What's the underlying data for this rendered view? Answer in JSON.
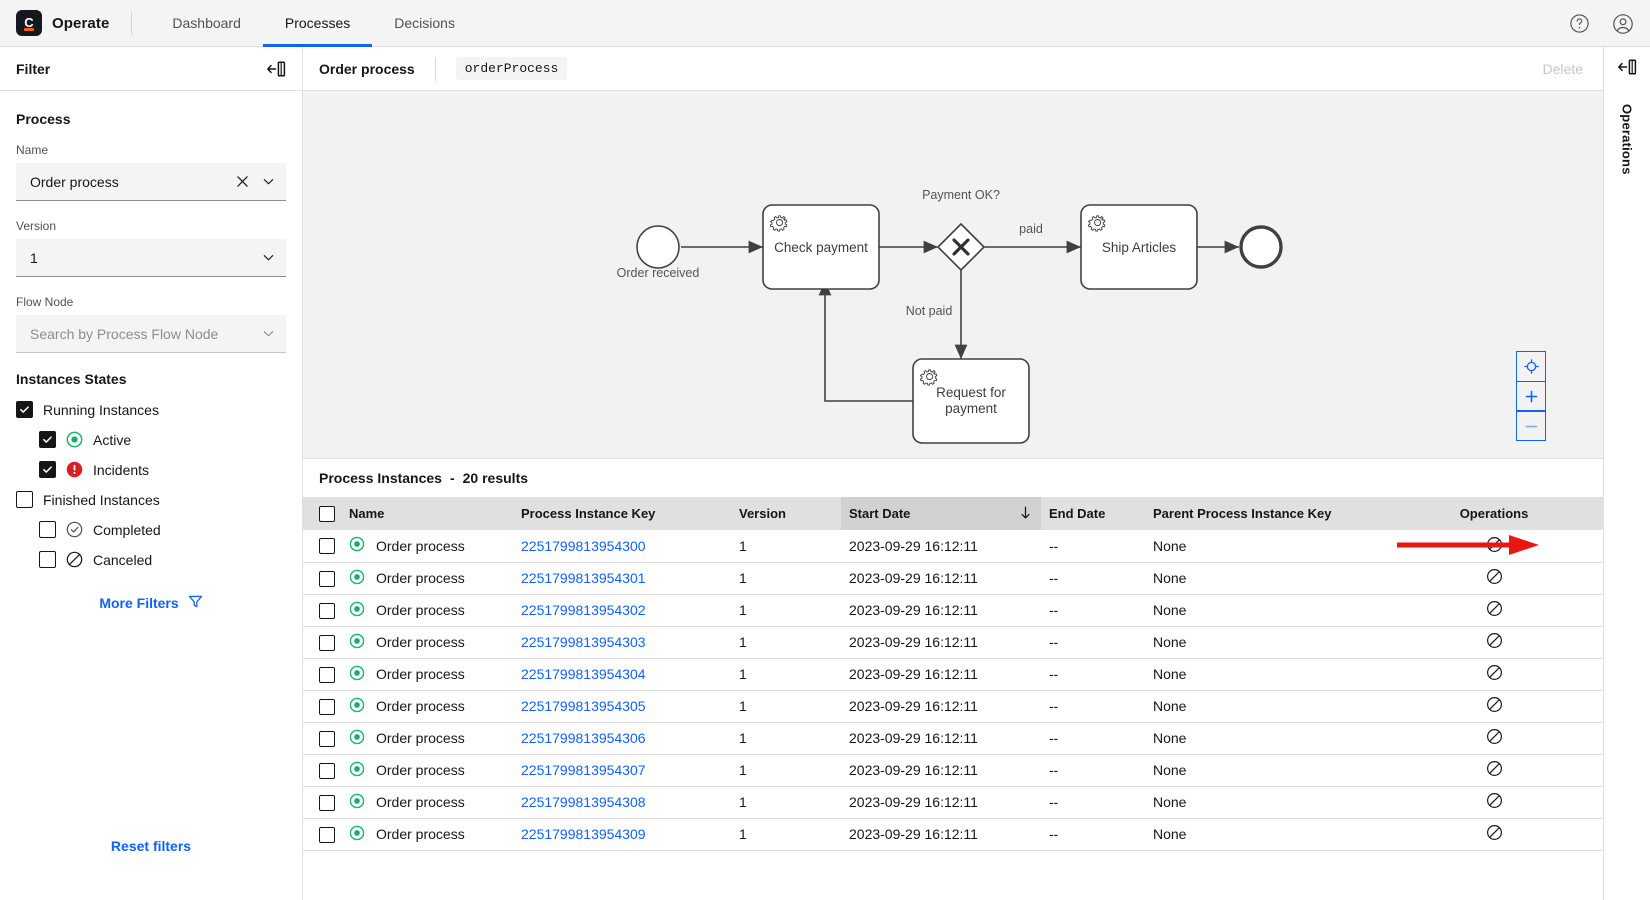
{
  "app": {
    "brand_name": "Operate",
    "logo_letter": "C",
    "accent_blue": "#0f62fe",
    "accent_orange": "#fc5d0d",
    "status_green": "#10b26a",
    "status_red": "#da1e28"
  },
  "topnav": {
    "tabs": [
      {
        "label": "Dashboard",
        "active": false
      },
      {
        "label": "Processes",
        "active": true
      },
      {
        "label": "Decisions",
        "active": false
      }
    ],
    "help_icon": "help-icon",
    "user_icon": "user-avatar-icon"
  },
  "sidebar": {
    "title": "Filter",
    "collapse_icon": "collapse-panel-icon",
    "process_section": "Process",
    "fields": [
      {
        "label": "Name",
        "value": "Order process",
        "placeholder": "",
        "has_clear": true,
        "disabled": false
      },
      {
        "label": "Version",
        "value": "1",
        "placeholder": "",
        "has_clear": false,
        "disabled": false
      },
      {
        "label": "Flow Node",
        "value": "",
        "placeholder": "Search by Process Flow Node",
        "has_clear": false,
        "disabled": true
      }
    ],
    "states_title": "Instances States",
    "states": [
      {
        "label": "Running Instances",
        "checked": true,
        "indent": false,
        "icon": "none"
      },
      {
        "label": "Active",
        "checked": true,
        "indent": true,
        "icon": "active-icon"
      },
      {
        "label": "Incidents",
        "checked": true,
        "indent": true,
        "icon": "incident-icon"
      },
      {
        "label": "Finished Instances",
        "checked": false,
        "indent": false,
        "icon": "none"
      },
      {
        "label": "Completed",
        "checked": false,
        "indent": true,
        "icon": "completed-icon"
      },
      {
        "label": "Canceled",
        "checked": false,
        "indent": true,
        "icon": "canceled-icon"
      }
    ],
    "more_filters": "More Filters",
    "more_filters_icon": "filter-funnel-icon",
    "reset_filters": "Reset filters"
  },
  "center_header": {
    "process_name": "Order process",
    "process_id": "orderProcess",
    "delete_label": "Delete"
  },
  "diagram": {
    "nodes": [
      {
        "id": "start",
        "type": "start-event",
        "label": "Order received"
      },
      {
        "id": "check_payment",
        "type": "service-task",
        "label": "Check payment"
      },
      {
        "id": "gateway",
        "type": "exclusive-gateway",
        "label": "Payment OK?"
      },
      {
        "id": "ship_articles",
        "type": "service-task",
        "label": "Ship Articles"
      },
      {
        "id": "end",
        "type": "end-event",
        "label": ""
      },
      {
        "id": "request_payment",
        "type": "service-task",
        "label": "Request for payment"
      }
    ],
    "flow_labels": [
      "paid",
      "Not paid"
    ],
    "zoom_controls": [
      {
        "name": "reset-zoom-button",
        "glyph": "reset"
      },
      {
        "name": "zoom-in-button",
        "glyph": "+"
      },
      {
        "name": "zoom-out-button",
        "glyph": "−"
      }
    ]
  },
  "table": {
    "caption_label": "Process Instances",
    "caption_separator": "-",
    "results_label": "20 results",
    "columns": [
      {
        "key": "name",
        "label": "Name",
        "sorted": false
      },
      {
        "key": "processInstanceKey",
        "label": "Process Instance Key",
        "sorted": false
      },
      {
        "key": "version",
        "label": "Version",
        "sorted": false
      },
      {
        "key": "startDate",
        "label": "Start Date",
        "sorted": true,
        "sort_dir": "desc"
      },
      {
        "key": "endDate",
        "label": "End Date",
        "sorted": false
      },
      {
        "key": "parentProcessInstanceKey",
        "label": "Parent Process Instance Key",
        "sorted": false
      },
      {
        "key": "operations",
        "label": "Operations",
        "sorted": false
      }
    ],
    "rows": [
      {
        "name": "Order process",
        "key": "2251799813954300",
        "version": "1",
        "start": "2023-09-29 16:12:11",
        "end": "--",
        "parent": "None",
        "state": "active",
        "op": "cancel-operation-icon"
      },
      {
        "name": "Order process",
        "key": "2251799813954301",
        "version": "1",
        "start": "2023-09-29 16:12:11",
        "end": "--",
        "parent": "None",
        "state": "active",
        "op": "cancel-operation-icon"
      },
      {
        "name": "Order process",
        "key": "2251799813954302",
        "version": "1",
        "start": "2023-09-29 16:12:11",
        "end": "--",
        "parent": "None",
        "state": "active",
        "op": "cancel-operation-icon"
      },
      {
        "name": "Order process",
        "key": "2251799813954303",
        "version": "1",
        "start": "2023-09-29 16:12:11",
        "end": "--",
        "parent": "None",
        "state": "active",
        "op": "cancel-operation-icon"
      },
      {
        "name": "Order process",
        "key": "2251799813954304",
        "version": "1",
        "start": "2023-09-29 16:12:11",
        "end": "--",
        "parent": "None",
        "state": "active",
        "op": "cancel-operation-icon"
      },
      {
        "name": "Order process",
        "key": "2251799813954305",
        "version": "1",
        "start": "2023-09-29 16:12:11",
        "end": "--",
        "parent": "None",
        "state": "active",
        "op": "cancel-operation-icon"
      },
      {
        "name": "Order process",
        "key": "2251799813954306",
        "version": "1",
        "start": "2023-09-29 16:12:11",
        "end": "--",
        "parent": "None",
        "state": "active",
        "op": "cancel-operation-icon"
      },
      {
        "name": "Order process",
        "key": "2251799813954307",
        "version": "1",
        "start": "2023-09-29 16:12:11",
        "end": "--",
        "parent": "None",
        "state": "active",
        "op": "cancel-operation-icon"
      },
      {
        "name": "Order process",
        "key": "2251799813954308",
        "version": "1",
        "start": "2023-09-29 16:12:11",
        "end": "--",
        "parent": "None",
        "state": "active",
        "op": "cancel-operation-icon"
      },
      {
        "name": "Order process",
        "key": "2251799813954309",
        "version": "1",
        "start": "2023-09-29 16:12:11",
        "end": "--",
        "parent": "None",
        "state": "active",
        "op": "cancel-operation-icon"
      }
    ]
  },
  "operations_panel": {
    "label": "Operations",
    "collapse_icon": "collapse-panel-icon"
  },
  "annotation": {
    "arrow_color": "#e8170f",
    "points_to": "cancel-operation-icon-row-1"
  }
}
